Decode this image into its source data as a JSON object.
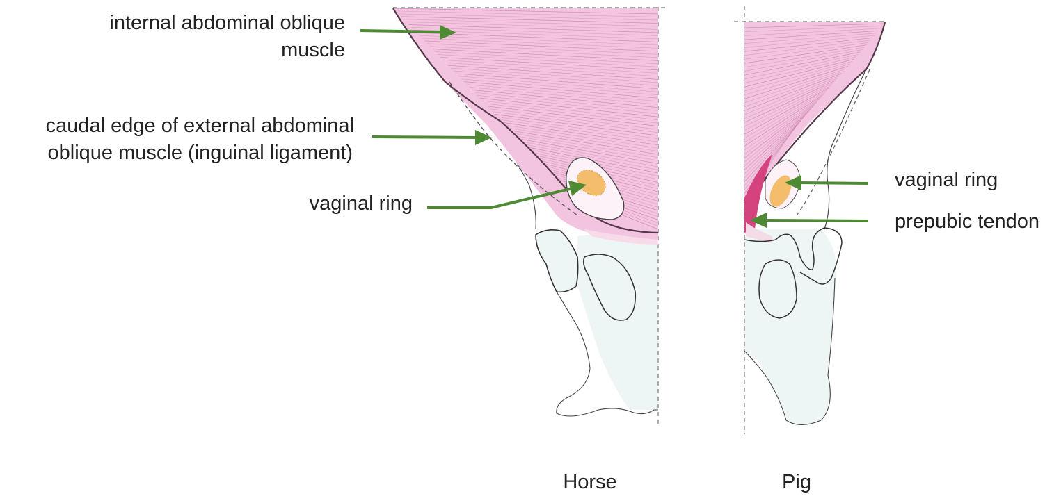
{
  "labels": {
    "internal_oblique_line1": "internal abdominal oblique",
    "internal_oblique_line2": "muscle",
    "inguinal_line1": "caudal edge of external abdominal",
    "inguinal_line2": "oblique muscle (inguinal ligament)",
    "vaginal_ring_horse": "vaginal ring",
    "vaginal_ring_pig": "vaginal ring",
    "prepubic_tendon": "prepubic tendon"
  },
  "captions": {
    "horse": "Horse",
    "pig": "Pig"
  },
  "colors": {
    "arrow": "#4e8a34",
    "muscle_fill": "#f2c4df",
    "muscle_fiber": "#c57aa6",
    "muscle_edge": "#55384a",
    "vaginal_ring": "#f3bd6c",
    "tendon": "#d5437f",
    "bone_fill": "#eef5f5",
    "bone_outline": "#3a3a3a",
    "dashed_line": "#777777"
  }
}
